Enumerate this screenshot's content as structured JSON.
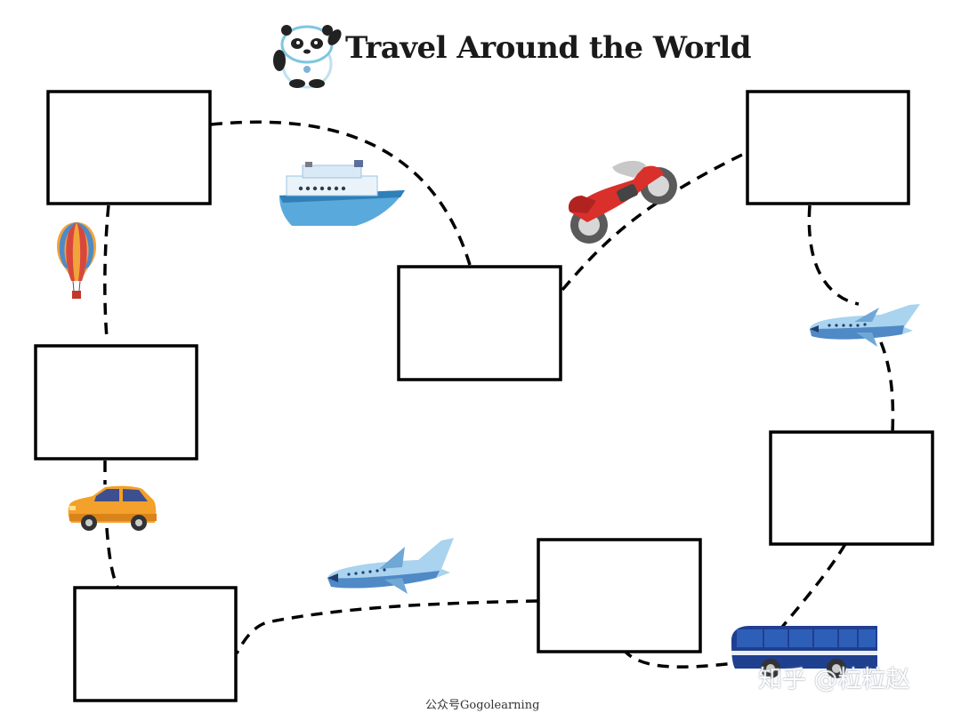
{
  "worksheet": {
    "title": "Travel Around the World",
    "credit": "公众号Gogolearning",
    "watermark": "知乎 @粒粒赵"
  },
  "icons": {
    "mascot": "panda-mascot-icon",
    "balloon": "hot-air-balloon-icon",
    "ship": "cruise-ship-icon",
    "motorcycle": "motorcycle-icon",
    "plane": "airplane-icon",
    "car": "car-icon",
    "bus": "bus-icon"
  },
  "colors": {
    "box_border": "#000000",
    "path": "#000000",
    "ship": "#5aa9dc",
    "motorcycle": "#d9302b",
    "car": "#f3a12a",
    "bus": "#1f3f8f",
    "plane": "#a9d3ee"
  }
}
